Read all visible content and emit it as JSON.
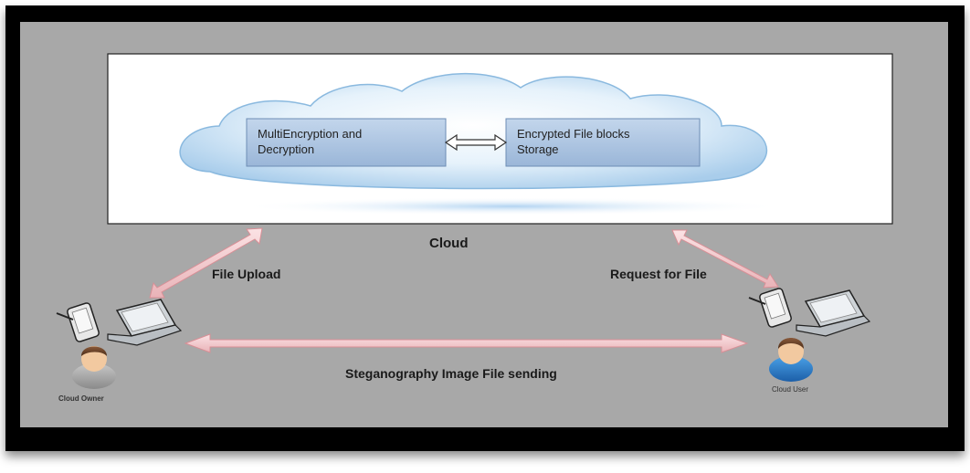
{
  "diagram": {
    "box_left": {
      "line1": "MultiEncryption and",
      "line2": "Decryption"
    },
    "box_right": {
      "line1": "Encrypted File blocks",
      "line2": "Storage"
    },
    "cloud_label": "Cloud",
    "upload_label": "File Upload",
    "request_label": "Request for File",
    "sending_label": "Steganography Image File sending",
    "owner_label": "Cloud Owner",
    "user_label": "Cloud User"
  },
  "colors": {
    "frame": "#000000",
    "frame_inner": "#a8a8a8",
    "cloud_fill": "#cfe5f6",
    "cloud_edge": "#7fb0d8",
    "box_fill": "#a9c2de",
    "arrow_fill": "#f2c9cc",
    "arrow_edge": "#d88f96"
  },
  "icons": [
    "cloud-icon",
    "phone-icon",
    "laptop-icon",
    "person-icon"
  ]
}
